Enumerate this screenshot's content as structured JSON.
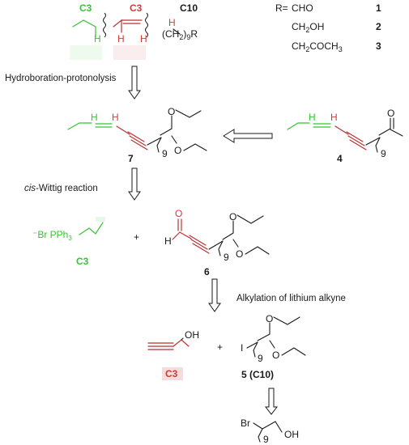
{
  "top": {
    "c3_green": "C3",
    "c3_red": "C3",
    "c10": "C10",
    "chain_sub": "(CH2)9R",
    "r_label": "R=",
    "r_options": [
      {
        "group": "CHO",
        "num": "1"
      },
      {
        "group": "CH2OH",
        "num": "2"
      },
      {
        "group": "CH2COCH3",
        "num": "3"
      }
    ]
  },
  "steps": {
    "hydroboration": "Hydroboration-protonolysis",
    "wittig_prefix": "cis",
    "wittig_rest": "-Wittig reaction",
    "alkylation": "Alkylation of lithium alkyne"
  },
  "compounds": {
    "c7": "7",
    "c4": "4",
    "c6": "6",
    "c5": "5 (C10)",
    "c3_phosphonium": "C3",
    "c3_propargyl": "C3",
    "phosphonium": "Br PPh3",
    "plus": "+",
    "nine": "9",
    "O": "O",
    "H": "H",
    "I": "I",
    "Br": "Br",
    "OH": "OH"
  }
}
